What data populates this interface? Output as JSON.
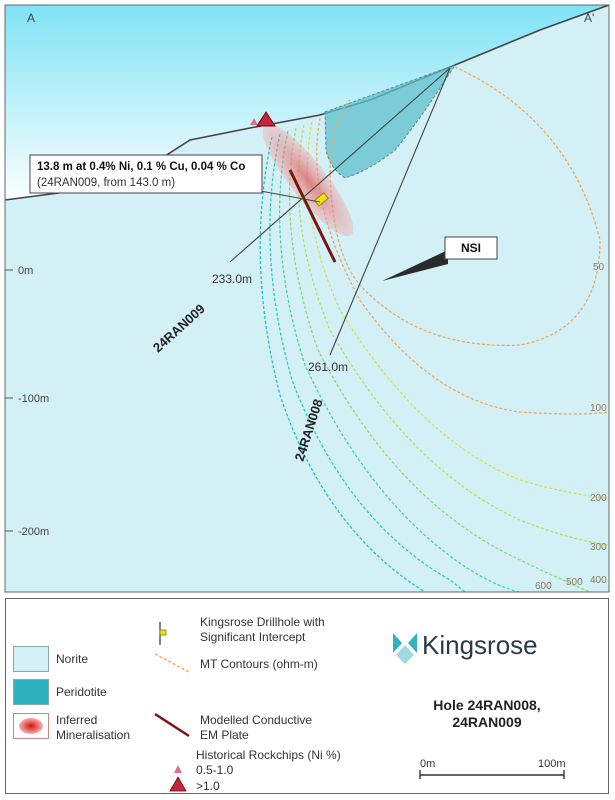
{
  "section": {
    "corner_left": "A",
    "corner_right": "A'",
    "depth_labels": [
      "0m",
      "-100m",
      "-200m"
    ],
    "contour_labels": [
      "50",
      "100",
      "200",
      "300",
      "400",
      "500",
      "600"
    ],
    "intercept_callout": {
      "line1": "13.8 m at 0.4% Ni, 0.1 % Cu, 0.04 % Co",
      "line2": "(24RAN009, from 143.0 m)"
    },
    "nsi_label": "NSI",
    "holes": [
      {
        "name": "24RAN009",
        "end_depth": "233.0m"
      },
      {
        "name": "24RAN008",
        "end_depth": "261.0m"
      }
    ]
  },
  "legend": {
    "norite": "Norite",
    "peridotite": "Peridotite",
    "inferred_line1": "Inferred",
    "inferred_line2": "Mineralisation",
    "drillhole_line1": "Kingsrose Drillhole with",
    "drillhole_line2": "Significant Intercept",
    "mt_contours": "MT Contours (ohm-m)",
    "em_line1": "Modelled Conductive",
    "em_line2": "EM Plate",
    "rockchips_title": "Historical Rockchips (Ni %)",
    "rockchip_small": "0.5-1.0",
    "rockchip_large": ">1.0"
  },
  "brand": {
    "name": "Kingsrose"
  },
  "hole_title": {
    "line1": "Hole 24RAN008,",
    "line2": "24RAN009"
  },
  "scale_bar": {
    "start": "0m",
    "end": "100m"
  },
  "colors": {
    "sky_top": "#7fe3f5",
    "norite": "#d3f0f6",
    "peridotite": "#5fc0cc",
    "mt_contour": "#f2a85a",
    "em_plate": "#7a1414",
    "mineralisation": "#e05a5a",
    "intercept": "#f0e020",
    "rockchip": "#c0283c"
  }
}
